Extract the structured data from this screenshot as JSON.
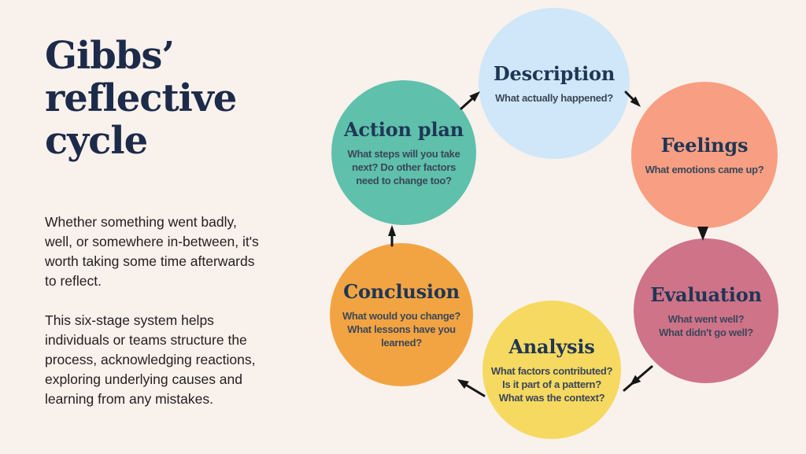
{
  "page": {
    "background": "#f9f1eb"
  },
  "colors": {
    "title_navy": "#1d2b4a",
    "body_text": "#242122",
    "stage_heading": "#1f3655",
    "stage_question": "#3b4759",
    "arrow": "#161616"
  },
  "intro": {
    "title_lines": [
      "Gibbs’",
      "reflective",
      "cycle"
    ],
    "paragraphs": [
      "Whether something went badly, well, or somewhere in-between, it's worth taking some time afterwards to reflect.",
      "This six-stage system helps individuals or teams structure the process, acknowledging reactions, exploring underlying causes and learning from any mistakes."
    ]
  },
  "cycle": {
    "stages": [
      {
        "label": "Description",
        "color": "#cfe7f8",
        "question_lines": [
          "What actually happened?"
        ]
      },
      {
        "label": "Feelings",
        "color": "#f89f83",
        "question_lines": [
          "What emotions came up?"
        ]
      },
      {
        "label": "Evaluation",
        "color": "#cf7389",
        "question_lines": [
          "What went well?",
          "What didn't go well?"
        ]
      },
      {
        "label": "Analysis",
        "color": "#f6d960",
        "question_lines": [
          "What factors contributed?",
          "Is it part of a pattern?",
          "What was the context?"
        ]
      },
      {
        "label": "Conclusion",
        "color": "#f3a442",
        "question_lines": [
          "What would you change?",
          "What lessons have you",
          "learned?"
        ]
      },
      {
        "label": "Action plan",
        "color": "#5fc0ac",
        "question_lines": [
          "What steps will you take",
          "next? Do other factors",
          "need to change too?"
        ]
      }
    ]
  }
}
